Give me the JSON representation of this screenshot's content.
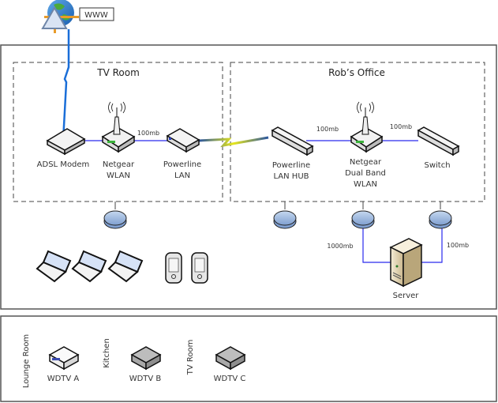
{
  "internet": {
    "label": "WWW"
  },
  "zones": {
    "tv_room": {
      "title": "TV Room"
    },
    "robs_office": {
      "title": "Rob’s Office"
    }
  },
  "devices": {
    "adsl_modem": {
      "label": "ADSL Modem"
    },
    "netgear_wlan": {
      "label_line1": "Netgear",
      "label_line2": "WLAN"
    },
    "powerline_lan": {
      "label_line1": "Powerline",
      "label_line2": "LAN"
    },
    "powerline_hub": {
      "label_line1": "Powerline",
      "label_line2": "LAN HUB"
    },
    "netgear_dual": {
      "label_line1": "Netgear",
      "label_line2": "Dual Band",
      "label_line3": "WLAN"
    },
    "switch": {
      "label": "Switch"
    },
    "server": {
      "label": "Server"
    }
  },
  "links": {
    "wlan_to_powerline": "100mb",
    "hub_to_dual": "100mb",
    "dual_to_switch": "100mb",
    "dual_to_server": "1000mb",
    "switch_to_server": "100mb"
  },
  "media_players": [
    {
      "room": "Lounge Room",
      "label": "WDTV A"
    },
    {
      "room": "Kitchen",
      "label": "WDTV B"
    },
    {
      "room": "TV Room",
      "label": "WDTV C"
    }
  ],
  "clients": {
    "laptops": 3,
    "phones": 2
  }
}
